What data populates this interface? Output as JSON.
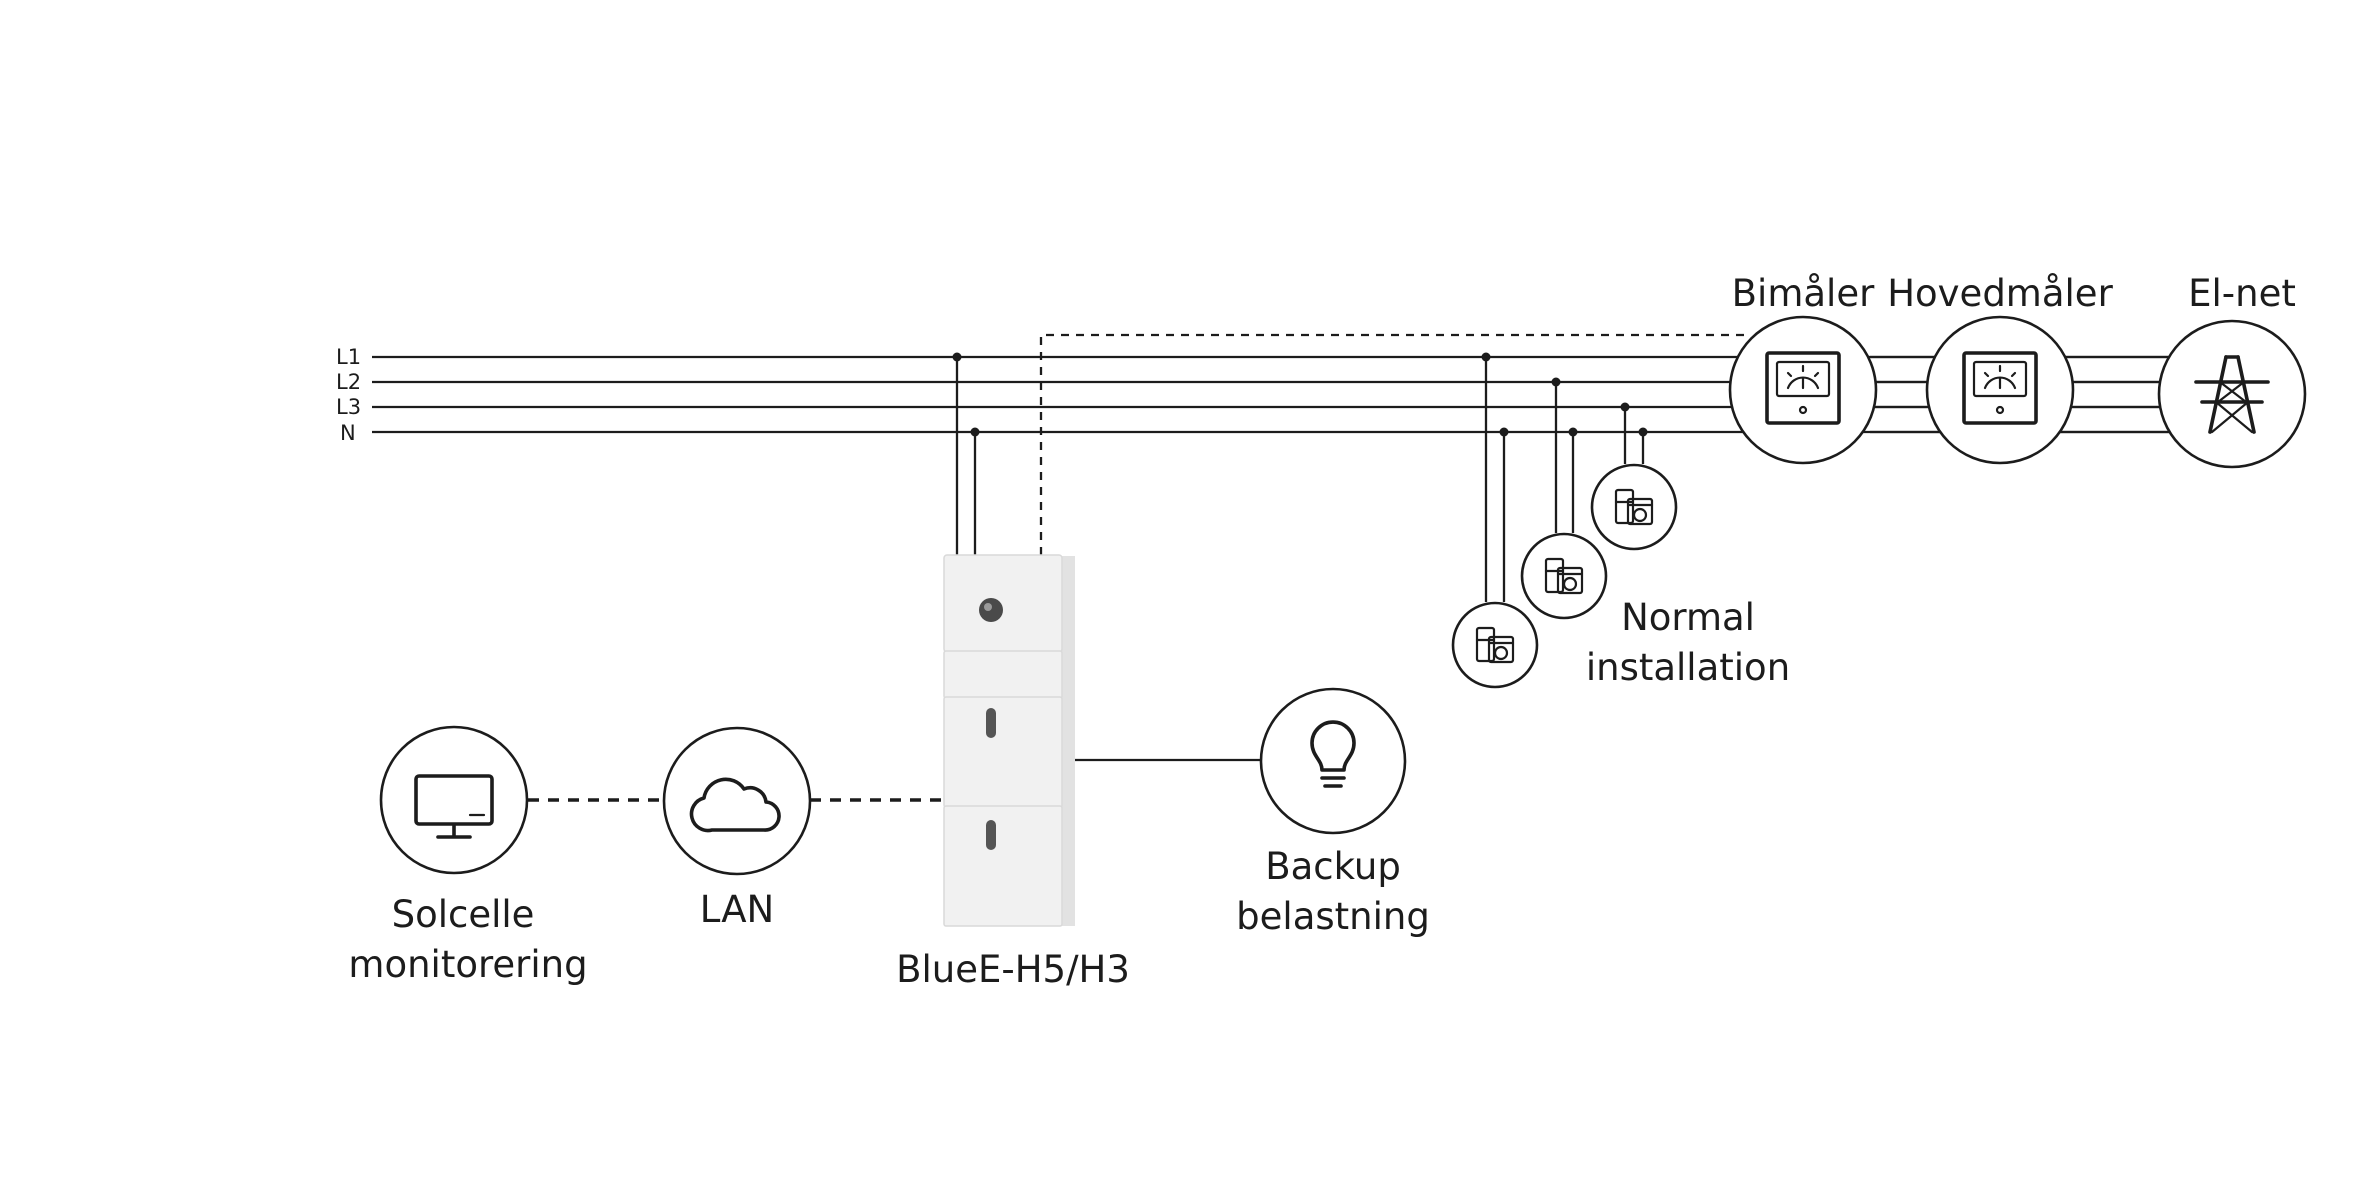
{
  "phases": [
    "L1",
    "L2",
    "L3",
    "N"
  ],
  "labels": {
    "submeter": "Bimåler",
    "main_meter": "Hovedmåler",
    "grid": "El-net",
    "normal_installation_line1": "Normal",
    "normal_installation_line2": "installation",
    "backup_line1": "Backup",
    "backup_line2": "belastning",
    "inverter": "BlueE-H5/H3",
    "lan": "LAN",
    "monitoring_line1": "Solcelle",
    "monitoring_line2": "monitorering"
  },
  "icons": {
    "submeter": "meter-icon",
    "main_meter": "meter-icon",
    "grid": "power-pylon-icon",
    "appliance": "appliance-icon",
    "backup": "light-bulb-icon",
    "lan": "cloud-icon",
    "monitoring": "monitor-icon"
  }
}
